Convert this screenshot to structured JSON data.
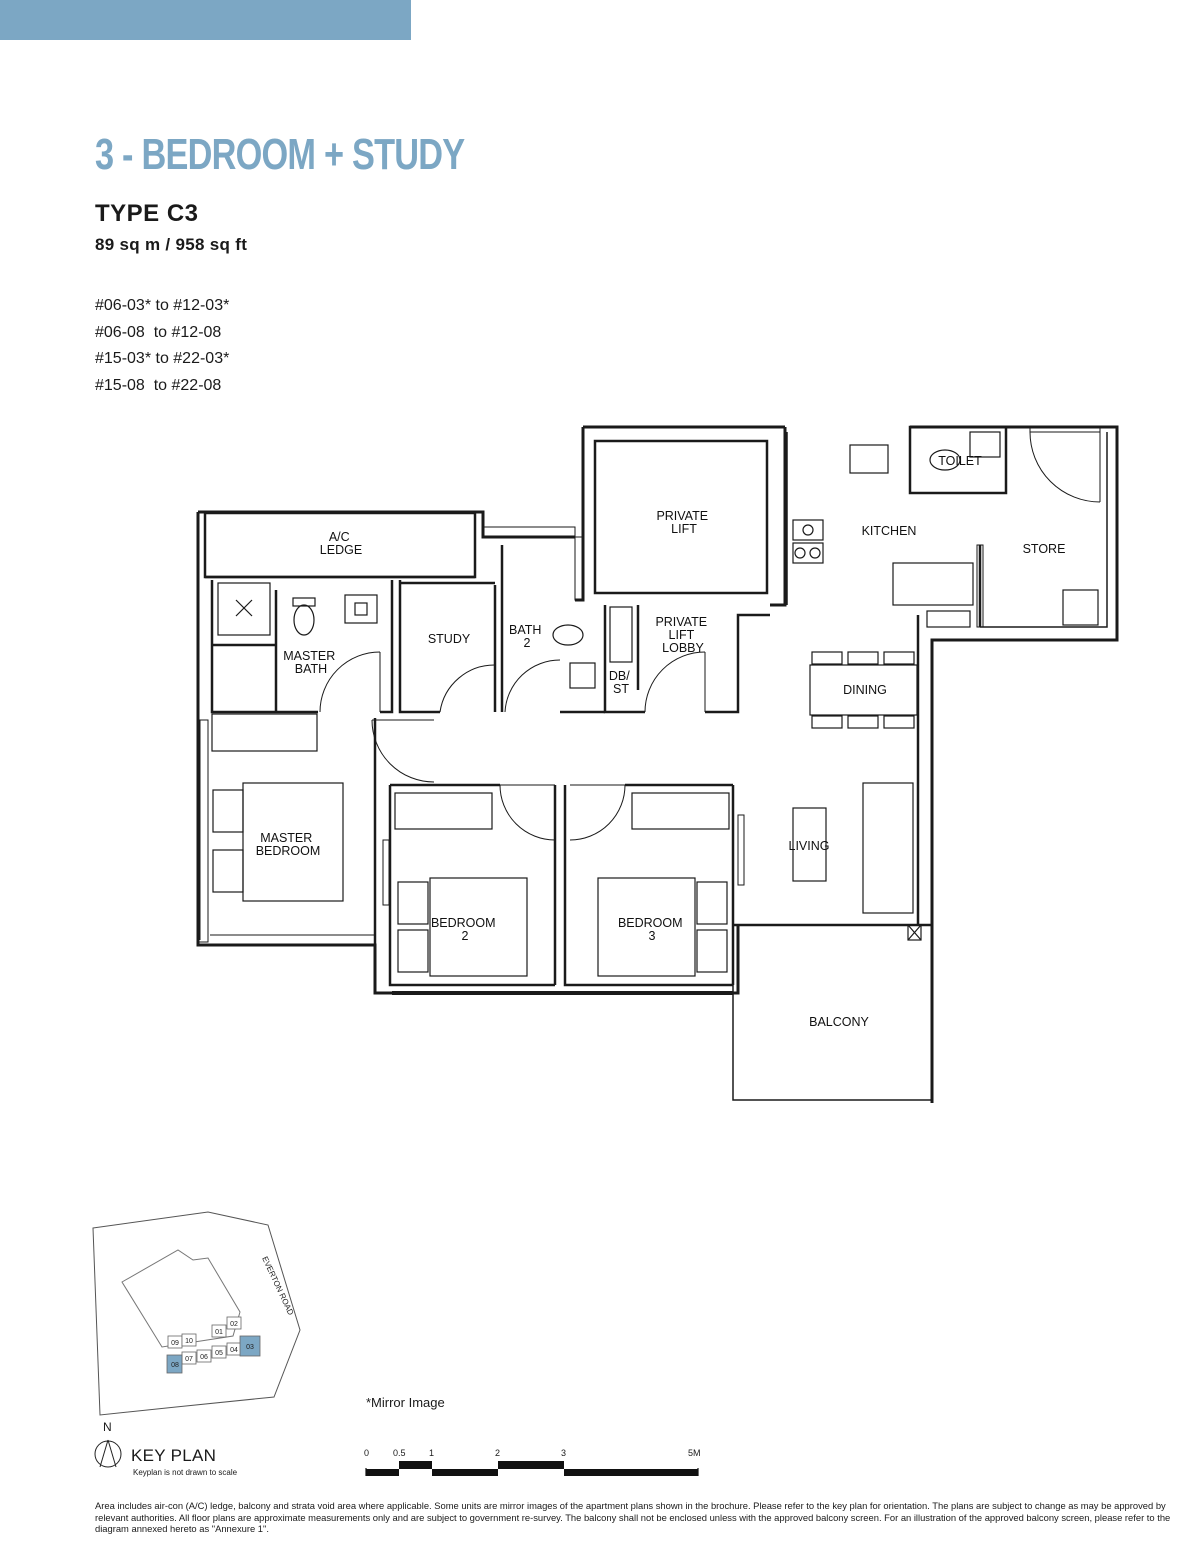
{
  "header": {
    "title": "3 - BEDROOM + STUDY",
    "type": "TYPE C3",
    "area": "89 sq m / 958 sq ft",
    "units": [
      "#06-03* to #12-03*",
      "#06-08  to #12-08",
      "#15-03* to #22-03*",
      "#15-08  to #22-08"
    ]
  },
  "floor_plan": {
    "rooms": {
      "ac_ledge": [
        "A/C",
        "LEDGE"
      ],
      "private_lift": [
        "PRIVATE",
        "LIFT"
      ],
      "toilet": "TOILET",
      "kitchen": "KITCHEN",
      "store": "STORE",
      "master_bath": [
        "MASTER",
        "BATH"
      ],
      "study": "STUDY",
      "bath_2": [
        "BATH",
        "2"
      ],
      "private_lift_lobby": [
        "PRIVATE",
        "LIFT",
        "LOBBY"
      ],
      "db_st": [
        "DB/",
        "ST"
      ],
      "dining": "DINING",
      "master_bedroom": [
        "MASTER",
        "BEDROOM"
      ],
      "living": "LIVING",
      "bedroom_2": [
        "BEDROOM",
        "2"
      ],
      "bedroom_3": [
        "BEDROOM",
        "3"
      ],
      "balcony": "BALCONY"
    }
  },
  "mirror_note": "*Mirror Image",
  "key_plan": {
    "north": "N",
    "title": "KEY PLAN",
    "note": "Keyplan is not drawn to scale",
    "road": "EVERTON ROAD",
    "unit_numbers": [
      "09",
      "10",
      "01",
      "02",
      "08",
      "07",
      "06",
      "05",
      "04",
      "03"
    ],
    "highlighted_units": [
      "08",
      "03"
    ],
    "highlight_color": "#7ca7c4"
  },
  "scale_bar": {
    "ticks": [
      "0",
      "0.5",
      "1",
      "2",
      "3",
      "5M"
    ]
  },
  "disclaimer": "Area includes air-con (A/C) ledge, balcony and strata void area where applicable. Some units are mirror images of the apartment plans shown in the brochure. Please refer to the key plan for orientation. The plans are subject to change as may be approved by relevant authorities. All floor plans are approximate measurements only and are subject to government re-survey. The balcony shall not be enclosed unless with the approved balcony screen. For an illustration of the approved balcony screen, please refer to the diagram annexed hereto as \"Annexure 1\".",
  "colors": {
    "accent": "#7ca7c4",
    "ink": "#1a1a1a"
  }
}
